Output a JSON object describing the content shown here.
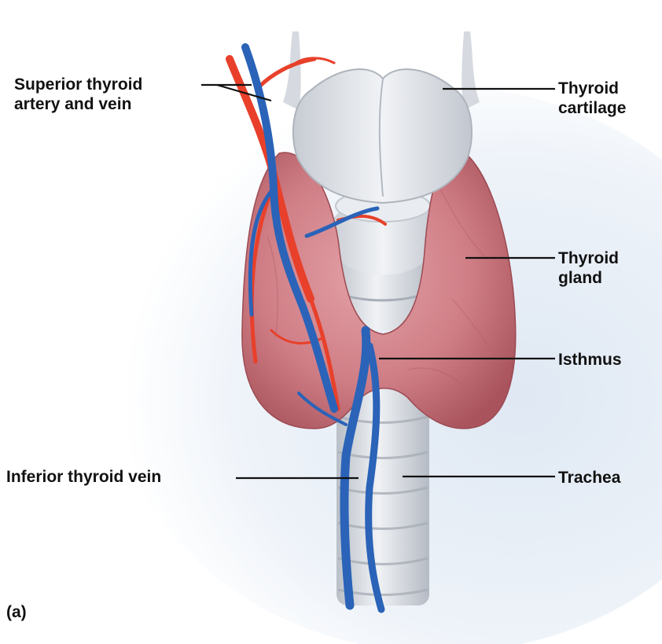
{
  "figure_label": "(a)",
  "labels": {
    "superior_thyroid": {
      "line1": "Superior thyroid",
      "line2": "artery and vein"
    },
    "thyroid_cartilage": {
      "line1": "Thyroid",
      "line2": "cartilage"
    },
    "thyroid_gland": {
      "line1": "Thyroid",
      "line2": "gland"
    },
    "isthmus": "Isthmus",
    "trachea": "Trachea",
    "inferior_thyroid_vein": "Inferior thyroid vein"
  },
  "colors": {
    "artery": "#e8402a",
    "vein": "#2a63b8",
    "gland": "#c9727a",
    "cartilage": "#dfe3e8",
    "background_glow": "#e6eef7"
  }
}
